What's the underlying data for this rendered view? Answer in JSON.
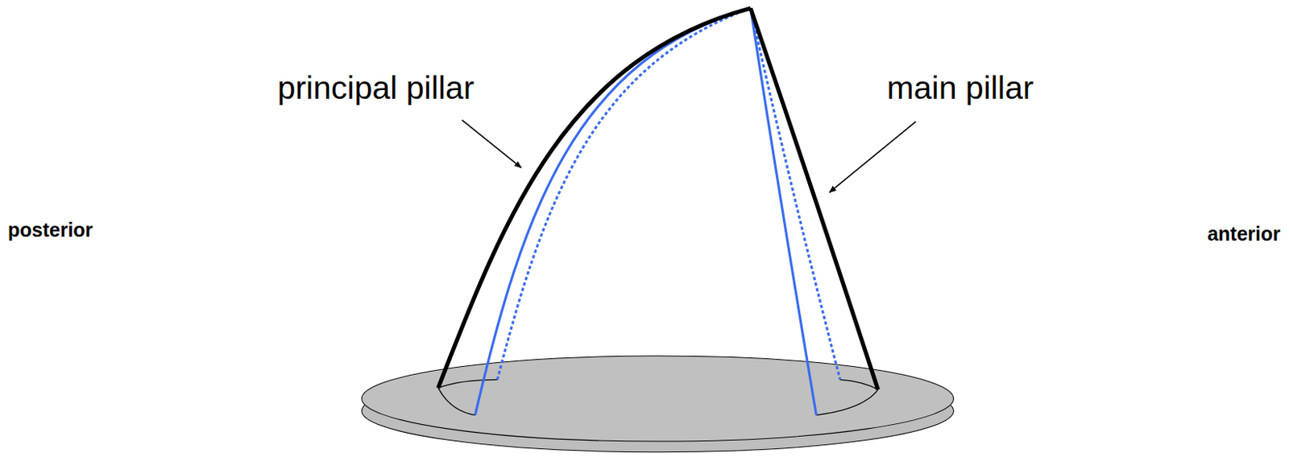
{
  "diagram": {
    "labels": [
      "principal pillar",
      "main pillar",
      "posterior",
      "anterior"
    ]
  }
}
